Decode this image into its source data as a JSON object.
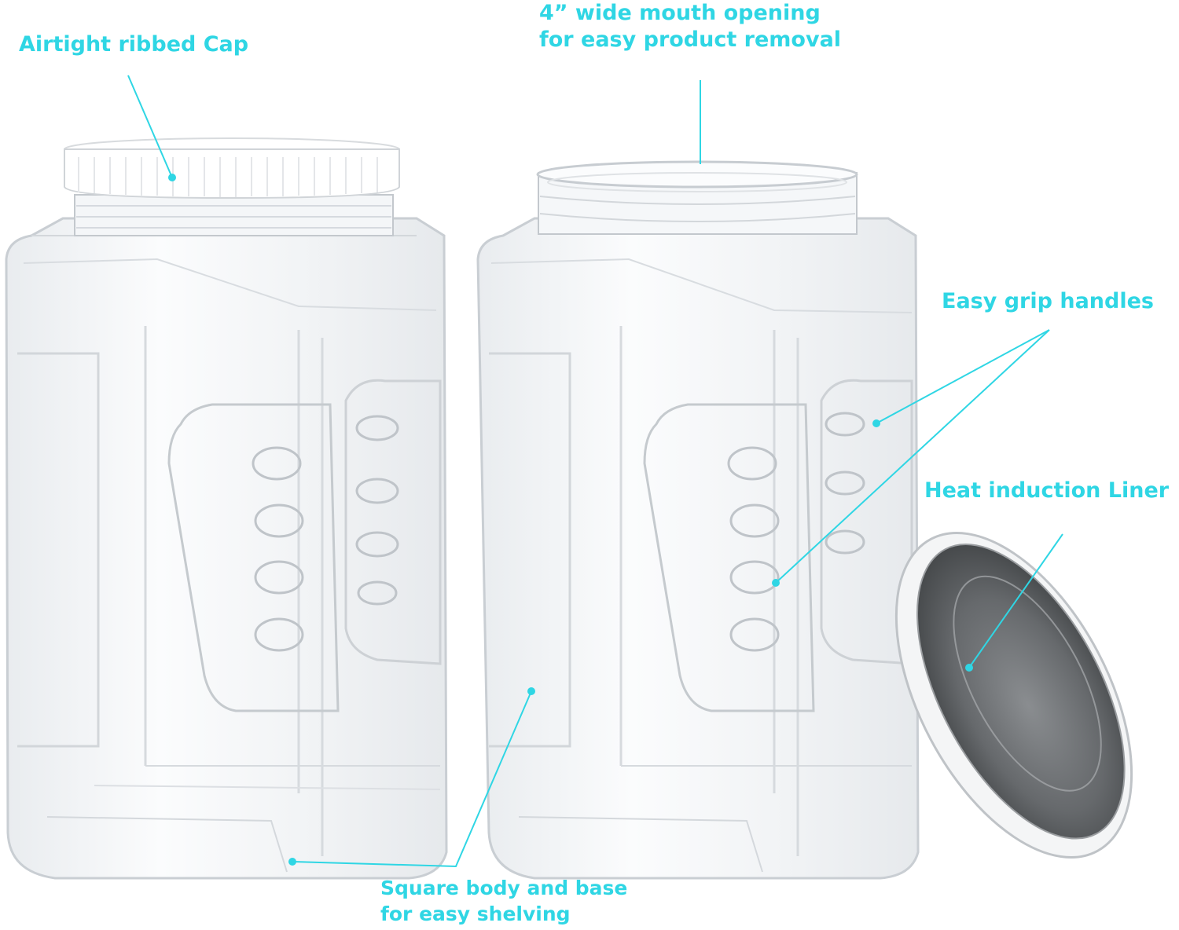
{
  "colors": {
    "accent": "#2fd6e4",
    "jar_outline": "#c7ccd1",
    "jar_fill": "#f3f5f7",
    "cap": "#ffffff",
    "liner": "#5f6265"
  },
  "callouts": {
    "cap": {
      "lines": [
        "Airtight ribbed Cap"
      ]
    },
    "mouth": {
      "lines": [
        "4” wide mouth opening",
        "for easy product removal"
      ]
    },
    "grip": {
      "lines": [
        "Easy grip handles"
      ]
    },
    "liner": {
      "lines": [
        "Heat induction Liner"
      ]
    },
    "square": {
      "lines": [
        "Square body and base",
        "for easy shelving"
      ]
    }
  }
}
